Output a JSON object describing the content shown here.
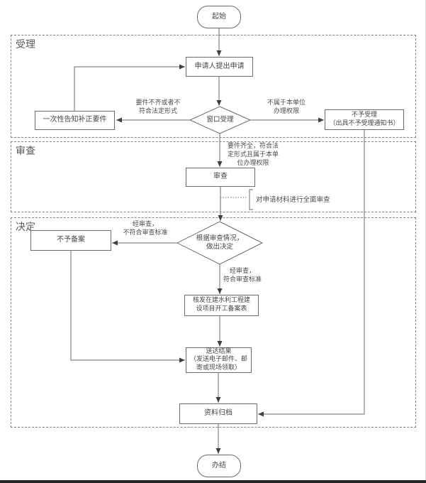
{
  "diagram": {
    "colors": {
      "line": "#6b6b6b",
      "arrowhead": "#3f3f3f",
      "text": "#464646",
      "box_border": "#6b6b6b",
      "dashed_border": "#838383",
      "section_label": "#595959"
    },
    "start": {
      "label": "起始"
    },
    "end": {
      "label": "办结"
    },
    "sections": {
      "acceptance": {
        "label": "受理"
      },
      "review": {
        "label": "审查"
      },
      "decision": {
        "label": "决定"
      }
    },
    "nodes": {
      "apply": {
        "label": "申请人提出申请"
      },
      "notify": {
        "label": "一次性告知补正要件"
      },
      "window_accept": {
        "label": "窗口受理"
      },
      "not_accept": {
        "label": "不予受理\n（出具不予受理通知书）"
      },
      "review": {
        "label": "审查"
      },
      "decide": {
        "label": "根据审查情况，\n做出决定"
      },
      "no_filing": {
        "label": "不予备案"
      },
      "issue_form": {
        "label": "核发在建水利工程建\n设项目开工备案表"
      },
      "deliver": {
        "label": "送达结果\n（发送电子邮件、邮\n寄或现场领取）"
      },
      "archive": {
        "label": "资料归档"
      }
    },
    "annotations": {
      "full_review": {
        "label": "对申请材料进行全面审查"
      }
    },
    "edge_labels": {
      "incomplete": {
        "label": "要件不齐或者不\n符合法定形式"
      },
      "no_authority": {
        "label": "不属于本单位\n办理权限"
      },
      "complete": {
        "label": "要件齐全，符合法\n定形式且属于本单\n位办理权限"
      },
      "fail": {
        "label": "经审查，\n不符合审查标准"
      },
      "pass": {
        "label": "经审查，\n符合审查标准"
      }
    }
  }
}
